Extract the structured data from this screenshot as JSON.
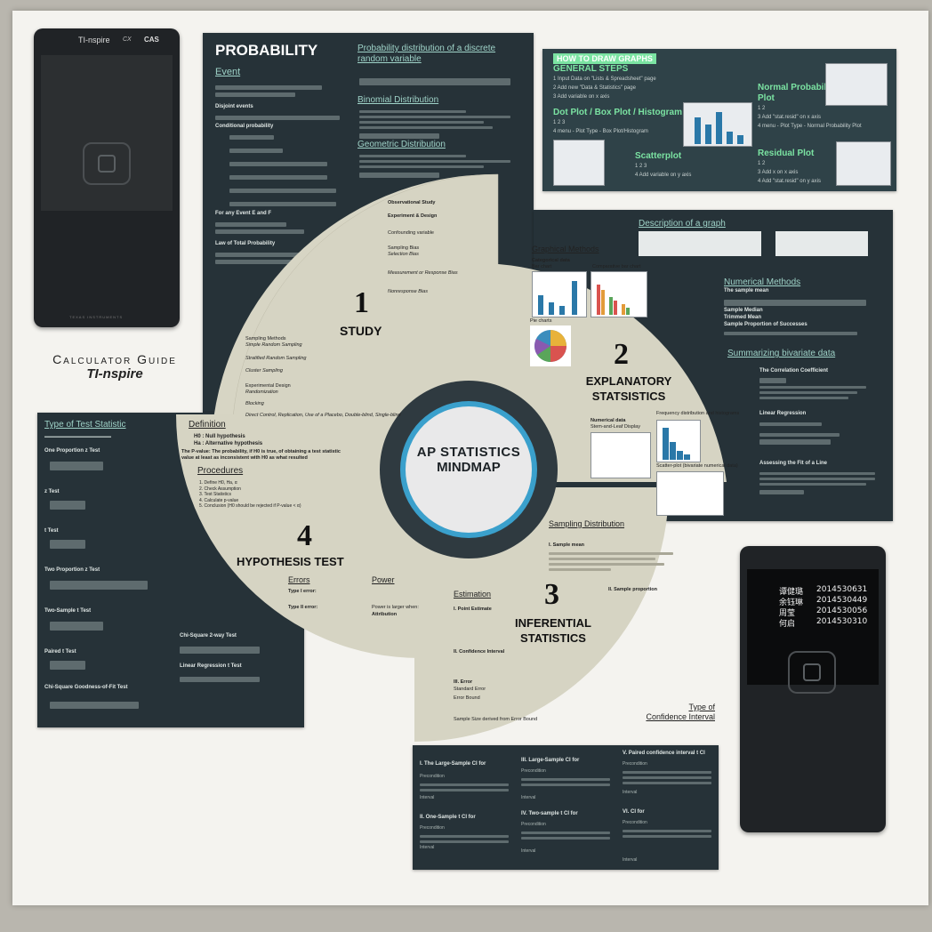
{
  "calc_left": {
    "brand": "TI-nspire",
    "model": "CX",
    "cas": "CAS",
    "maker": "TEXAS INSTRUMENTS"
  },
  "guide": {
    "line1": "Calculator Guide",
    "line2": "TI-nspire"
  },
  "probability": {
    "title": "PROBABILITY",
    "event": "Event",
    "disjoint": "Disjoint events",
    "conditional": "Conditional probability",
    "for_any": "For any Event E and F",
    "total": "Law of Total Probability",
    "discrete": "Probability distribution of a discrete random variable",
    "binomial": "Binomial Distribution",
    "geometric": "Geometric Distribution"
  },
  "graphs": {
    "how": "HOW TO DRAW GRAPHS",
    "general": "GENERAL STEPS",
    "step1": "1  Input Data on \"Lists & Spreadsheet\" page",
    "step2": "2  Add new \"Data & Statistics\" page",
    "step3": "3  Add variable on x axis",
    "dot": "Dot Plot / Box Plot / Histogram",
    "dot_steps": "1 2 3",
    "dot_menu": "4  menu - Plot Type - Box Plot/Histogram",
    "scatter": "Scatterplot",
    "scatter_steps": "1 2 3",
    "scatter_y": "4  Add variable on y axis",
    "normal": "Normal Probability Plot",
    "normal_steps": "1 2",
    "normal_3": "3  Add \"stat.resid\" on x axis",
    "normal_4": "4  menu - Plot Type - Normal Probability Plot",
    "residual": "Residual Plot",
    "residual_steps": "1 2",
    "residual_3": "3  Add x on x axis",
    "residual_4": "4  Add \"stat.resid\" on y axis"
  },
  "explanatory_panel": {
    "describe": "Description of a graph",
    "numerical": "Numerical Methods",
    "sample_mean": "The sample mean",
    "median": "Sample Median",
    "trimmed": "Trimmed Mean",
    "proportion": "Sample Proportion of Successes",
    "bivariate": "Summarizing bivariate data",
    "correlation": "The Correlation Coefficient",
    "linear": "Linear Regression",
    "fit": "Assessing the Fit of a Line"
  },
  "test_stat": {
    "title": "Type of Test Statistic",
    "one_prop": "One Proportion z Test",
    "z": "z Test",
    "t": "t Test",
    "two_prop": "Two Proportion z Test",
    "two_sample": "Two-Sample t Test",
    "paired": "Paired t Test",
    "chi_gof": "Chi-Square Goodness-of-Fit Test",
    "chi_2way": "Chi-Square 2-way Test",
    "lin_reg": "Linear Regression t Test"
  },
  "mindmap": {
    "center1": "AP STATISTICS",
    "center2": "MINDMAP",
    "q1_num": "1",
    "q1_label": "STUDY",
    "q2_num": "2",
    "q2_label1": "EXPLANATORY",
    "q2_label2": "STATSISTICS",
    "q3_num": "3",
    "q3_label1": "INFERENTIAL",
    "q3_label2": "STATISTICS",
    "q4_num": "4",
    "q4_label": "HYPOTHESIS TEST",
    "study": {
      "obs": "Observational Study",
      "exp": "Experiment & Design",
      "conf": "Confounding variable",
      "bias": "Sampling Bias",
      "sel": "Selection Bias",
      "meas": "Measurement or Response Bias",
      "nonresp": "Nonresponse Bias",
      "methods": "Sampling Methods",
      "srs": "Simple Random Sampling",
      "strat": "Stratified Random Sampling",
      "cluster": "Cluster Sampling",
      "design": "Experimental Design",
      "random": "Randomization",
      "block": "Blocking",
      "direct": "Direct Control, Replication, Use of a Placebo, Double-blind, Single-blind"
    },
    "expl": {
      "graphical": "Graphical Methods",
      "categorical": "Categorical data",
      "bar": "Bar chart",
      "comp_bar": "Comparative bar chart",
      "pie": "Pie charts",
      "numerical": "Numerical data",
      "stem": "Stem-and-Leaf Display",
      "freq": "Frequency distribution and histograms",
      "scatter": "Scatter-plot (bivariate numerical data)"
    },
    "infer": {
      "sampling": "Sampling Distribution",
      "sample_mean": "I.  Sample mean",
      "sample_prop": "II.  Sample proportion",
      "estimation": "Estimation",
      "point": "I.  Point Estimate",
      "ci": "II.  Confidence Interval",
      "error": "III.  Error",
      "se": "Standard Error",
      "eb": "Error Bound",
      "size": "Sample Size derived from Error Bound"
    },
    "hypo": {
      "definition": "Definition",
      "h0": "H0 : Null hypothesis",
      "ha": "Ha : Alternative hypothesis",
      "pvalue": "The P-value: The probability, if H0 is true, of obtaining a test statistic value at least as inconsistent with H0 as what resulted",
      "procedures": "Procedures",
      "p1": "1.  Define H0, Ha, α",
      "p2": "2.  Check Assumption",
      "p3": "3.  Test Statistics",
      "p4": "4.  Calculate p-value",
      "p5": "5.  Conclusion (H0 should be rejected if P-value < α)",
      "errors": "Errors",
      "type1": "Type I error:",
      "type2": "Type II error:",
      "power": "Power",
      "power_larger": "Power is larger when:",
      "attribution": "Attribution"
    }
  },
  "ci_panel": {
    "title1": "Type of",
    "title2": "Confidence Interval",
    "c1": "I.  The Large-Sample CI for",
    "c2": "II.  One-Sample t CI for",
    "c3": "III.  Large-Sample CI for",
    "c4": "IV.  Two-sample t CI for",
    "c5": "V.  Paired confidence interval t CI",
    "c6": "VI.  CI for",
    "precondition": "Precondition",
    "interval": "Interval"
  },
  "calc_right": {
    "names": [
      {
        "name": "谭健璐",
        "id": "2014530631"
      },
      {
        "name": "余钰琳",
        "id": "2014530449"
      },
      {
        "name": "周莹",
        "id": "2014530056"
      },
      {
        "name": "何启",
        "id": "2014530310"
      }
    ]
  },
  "colors": {
    "wall": "#b9b6ae",
    "panel": "#263238",
    "beige": "#d7d5c4",
    "ring": "#2f3a40",
    "accent": "#3aa0cc"
  }
}
